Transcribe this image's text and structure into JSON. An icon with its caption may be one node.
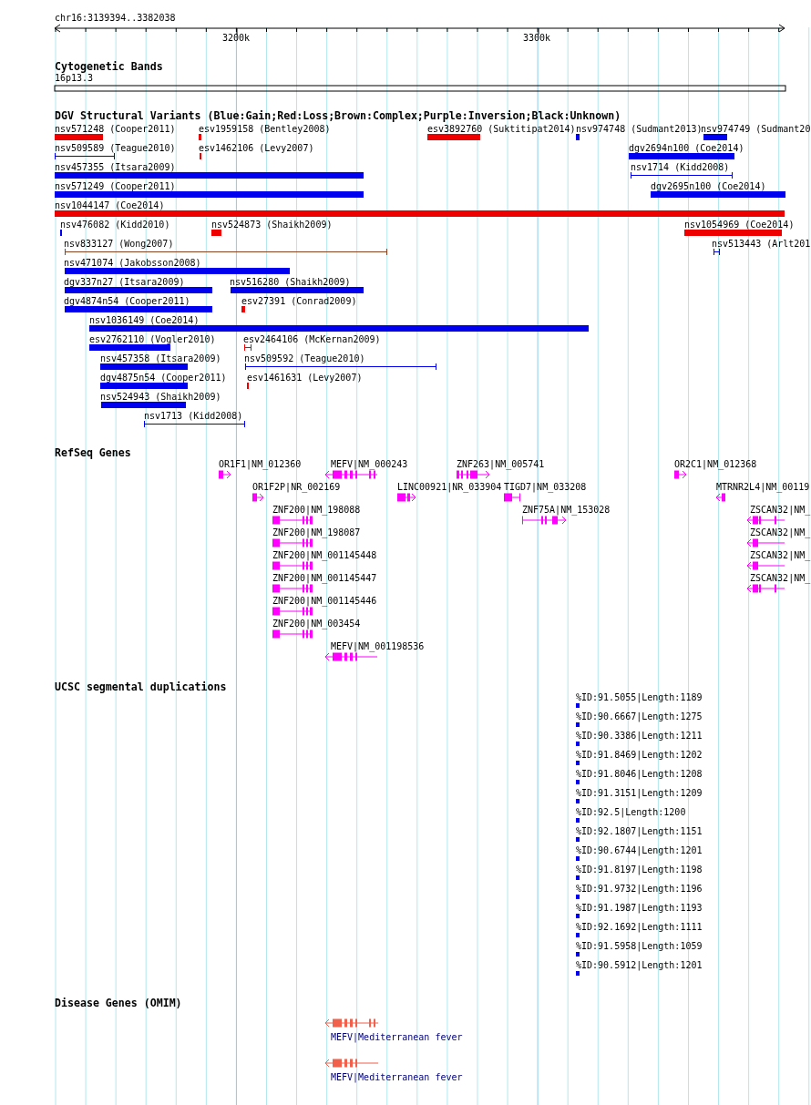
{
  "diagram": {
    "labels": [
      "chr16:3139394..3382038",
      "3200k",
      "3300k",
      "Cytogenetic Bands",
      "16p13.3",
      "DGV Structural Variants (Blue:Gain;Red:Loss;Brown:Complex;Purple:Inversion;Black:Unknown)",
      "nsv571248 (Cooper2011)",
      "esv1959158 (Bentley2008)",
      "esv3892760 (Suktitipat2014)",
      "nsv974748 (Sudmant2013)",
      "nsv974749 (Sudmant20",
      "nsv509589 (Teague2010)",
      "esv1462106 (Levy2007)",
      "dgv2694n100 (Coe2014)",
      "nsv457355 (Itsara2009)",
      "nsv1714 (Kidd2008)",
      "nsv571249 (Cooper2011)",
      "dgv2695n100 (Coe2014)",
      "nsv1044147 (Coe2014)",
      "nsv476082 (Kidd2010)",
      "nsv524873 (Shaikh2009)",
      "nsv1054969 (Coe2014)",
      "nsv833127 (Wong2007)",
      "nsv513443 (Arlt201",
      "nsv471074 (Jakobsson2008)",
      "dgv337n27 (Itsara2009)",
      "nsv516280 (Shaikh2009)",
      "dgv4874n54 (Cooper2011)",
      "esv27391 (Conrad2009)",
      "nsv1036149 (Coe2014)",
      "esv2762110 (Vogler2010)",
      "esv2464106 (McKernan2009)",
      "nsv457358 (Itsara2009)",
      "nsv509592 (Teague2010)",
      "dgv4875n54 (Cooper2011)",
      "esv1461631 (Levy2007)",
      "nsv524943 (Shaikh2009)",
      "nsv1713 (Kidd2008)",
      "RefSeq Genes",
      "OR1F1|NM_012360",
      "MEFV|NM_000243",
      "ZNF263|NM_005741",
      "OR2C1|NM_012368",
      "OR1F2P|NR_002169",
      "LINC00921|NR_033904",
      "TIGD7|NM_033208",
      "MTRNR2L4|NM_00119",
      "ZNF200|NM_198088",
      "ZNF75A|NM_153028",
      "ZSCAN32|NM_",
      "ZNF200|NM_198087",
      "ZSCAN32|NM_",
      "ZNF200|NM_001145448",
      "ZSCAN32|NM_",
      "ZNF200|NM_001145447",
      "ZSCAN32|NM_",
      "ZNF200|NM_001145446",
      "ZNF200|NM_003454",
      "MEFV|NM_001198536",
      "UCSC segmental duplications",
      "%ID:91.5055|Length:1189",
      "%ID:90.6667|Length:1275",
      "%ID:90.3386|Length:1211",
      "%ID:91.8469|Length:1202",
      "%ID:91.8046|Length:1208",
      "%ID:91.3151|Length:1209",
      "%ID:92.5|Length:1200",
      "%ID:92.1807|Length:1151",
      "%ID:90.6744|Length:1201",
      "%ID:91.8197|Length:1198",
      "%ID:91.9732|Length:1196",
      "%ID:91.1987|Length:1193",
      "%ID:92.1692|Length:1111",
      "%ID:91.5958|Length:1059",
      "%ID:90.5912|Length:1201",
      "Disease Genes (OMIM)",
      "MEFV|Mediterranean fever",
      "MEFV|Mediterranean fever"
    ]
  }
}
